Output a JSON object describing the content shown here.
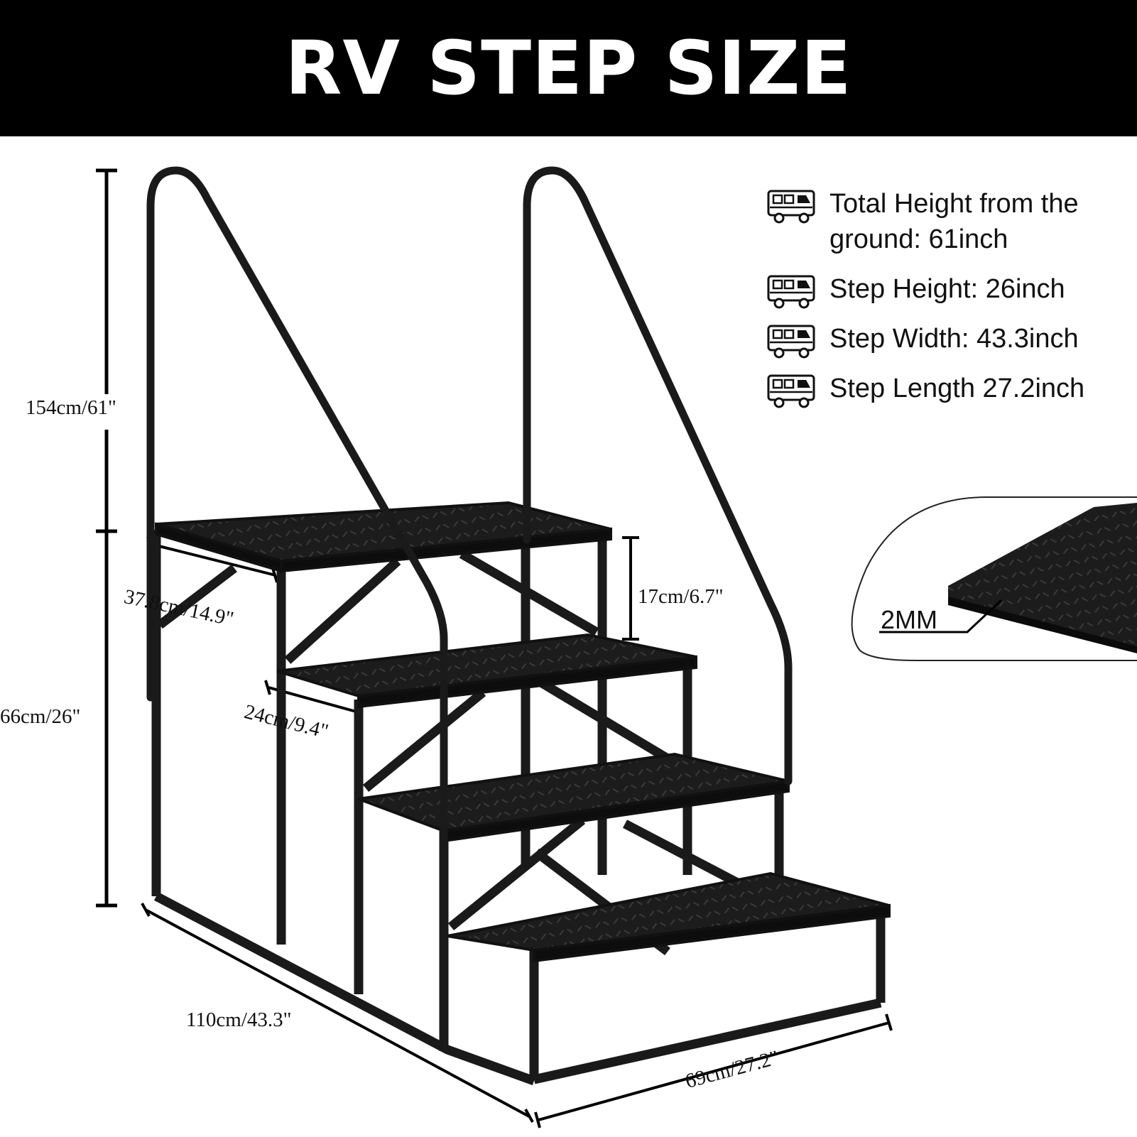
{
  "banner": {
    "title": "RV STEP SIZE"
  },
  "dimensions": {
    "total_height": "154cm/61\"",
    "step_height": "66cm/26\"",
    "top_depth": "37.8cm/14.9\"",
    "tread_depth": "24cm/9.4\"",
    "riser": "17cm/6.7\"",
    "width": "110cm/43.3\"",
    "length": "69cm/27.2\""
  },
  "specs": [
    {
      "icon": "rv-icon",
      "text": "Total Height from the ground: 61inch"
    },
    {
      "icon": "rv-icon",
      "text": "Step Height: 26inch"
    },
    {
      "icon": "rv-icon",
      "text": "Step Width: 43.3inch"
    },
    {
      "icon": "rv-icon",
      "text": "Step Length 27.2inch"
    }
  ],
  "callout": {
    "thickness": "2MM"
  },
  "colors": {
    "banner": "#000000",
    "text": "#111111",
    "metal": "#1a1a1a"
  }
}
